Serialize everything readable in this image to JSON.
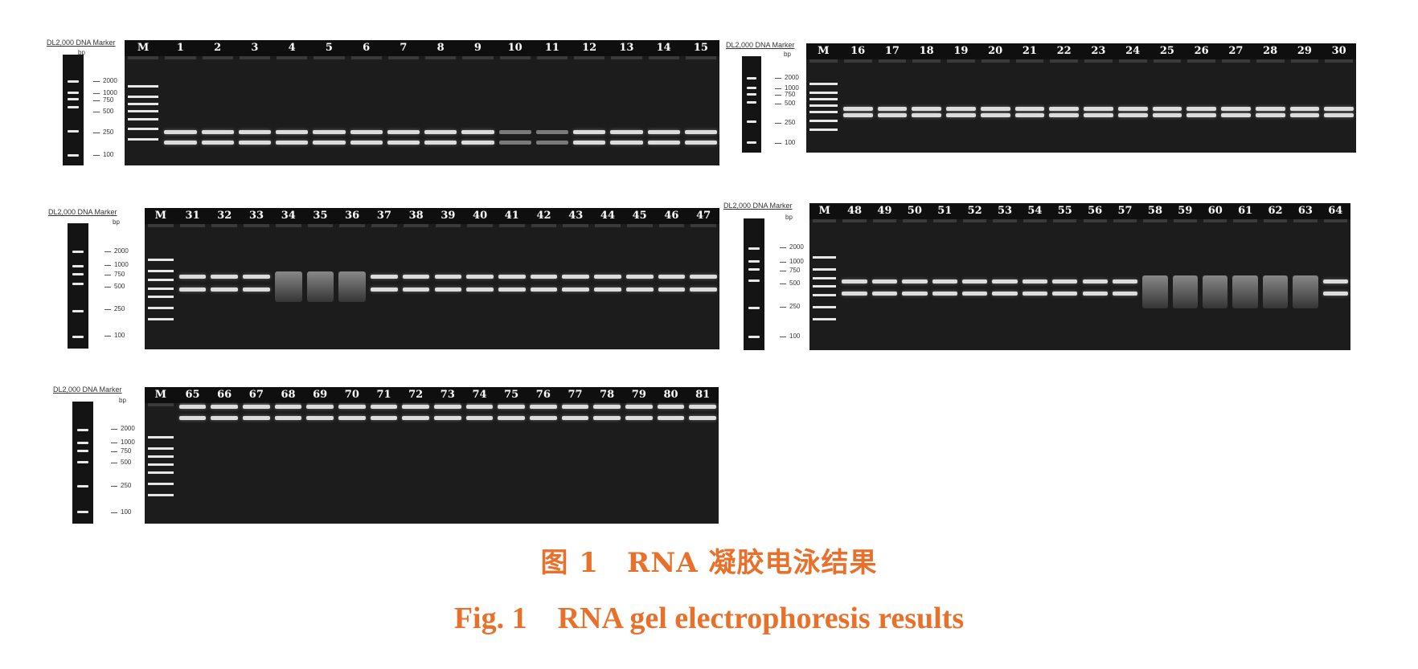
{
  "marker": {
    "title": "DL2,000 DNA Marker",
    "unit": "bp",
    "sizes": [
      "2000",
      "1000",
      "750",
      "500",
      "250",
      "100"
    ]
  },
  "panels": [
    {
      "marker_label": "M",
      "lanes": [
        "1",
        "2",
        "3",
        "4",
        "5",
        "6",
        "7",
        "8",
        "9",
        "10",
        "11",
        "12",
        "13",
        "14",
        "15"
      ]
    },
    {
      "marker_label": "M",
      "lanes": [
        "16",
        "17",
        "18",
        "19",
        "20",
        "21",
        "22",
        "23",
        "24",
        "25",
        "26",
        "27",
        "28",
        "29",
        "30"
      ]
    },
    {
      "marker_label": "M",
      "lanes": [
        "31",
        "32",
        "33",
        "34",
        "35",
        "36",
        "37",
        "38",
        "39",
        "40",
        "41",
        "42",
        "43",
        "44",
        "45",
        "46",
        "47"
      ]
    },
    {
      "marker_label": "M",
      "lanes": [
        "48",
        "49",
        "50",
        "51",
        "52",
        "53",
        "54",
        "55",
        "56",
        "57",
        "58",
        "59",
        "60",
        "61",
        "62",
        "63",
        "64"
      ]
    },
    {
      "marker_label": "M",
      "lanes": [
        "65",
        "66",
        "67",
        "68",
        "69",
        "70",
        "71",
        "72",
        "73",
        "74",
        "75",
        "76",
        "77",
        "78",
        "79",
        "80",
        "81"
      ]
    }
  ],
  "caption": {
    "cn": "图 1　RNA 凝胶电泳结果",
    "en": "Fig. 1　RNA gel electrophoresis results"
  },
  "colors": {
    "caption": "#e8702a",
    "gel": "#1c1c1c",
    "band": "#dcdcdc"
  }
}
